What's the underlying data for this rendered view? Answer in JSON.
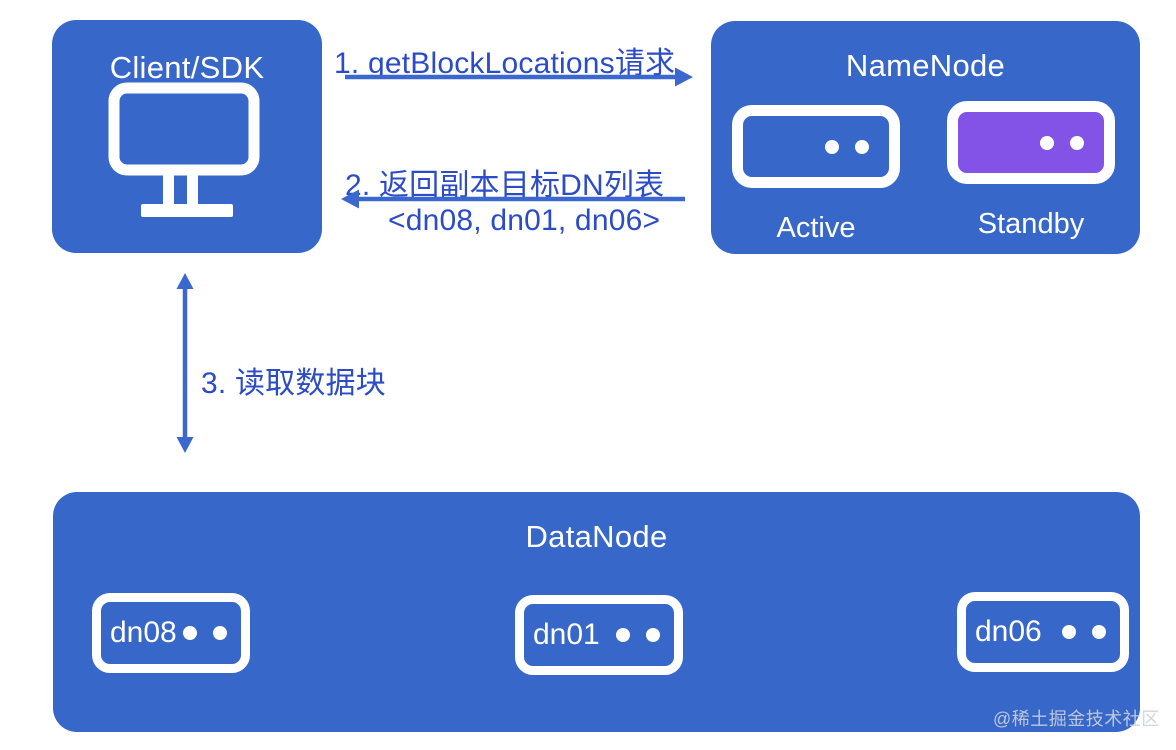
{
  "colors": {
    "box_blue": "#3867ca",
    "standby_purple": "#8353e8",
    "arrow_blue": "#3a68ce",
    "label_blue": "#2b4bc7",
    "watermark_gray": "rgba(203,209,220,0.9)"
  },
  "client": {
    "title": "Client/SDK"
  },
  "flows": {
    "step1": {
      "label": "1. getBlockLocations请求",
      "direction": "right"
    },
    "step2": {
      "label": "2. 返回副本目标DN列表",
      "sublabel": "<dn08, dn01, dn06>",
      "direction": "left"
    },
    "step3": {
      "label": "3. 读取数据块",
      "direction": "both-vertical"
    }
  },
  "namenode": {
    "title": "NameNode",
    "servers": [
      {
        "label": "Active",
        "state": "active"
      },
      {
        "label": "Standby",
        "state": "standby"
      }
    ]
  },
  "datanode": {
    "title": "DataNode",
    "servers": [
      {
        "label": "dn08"
      },
      {
        "label": "dn01"
      },
      {
        "label": "dn06"
      }
    ]
  },
  "watermark": "@稀土掘金技术社区"
}
